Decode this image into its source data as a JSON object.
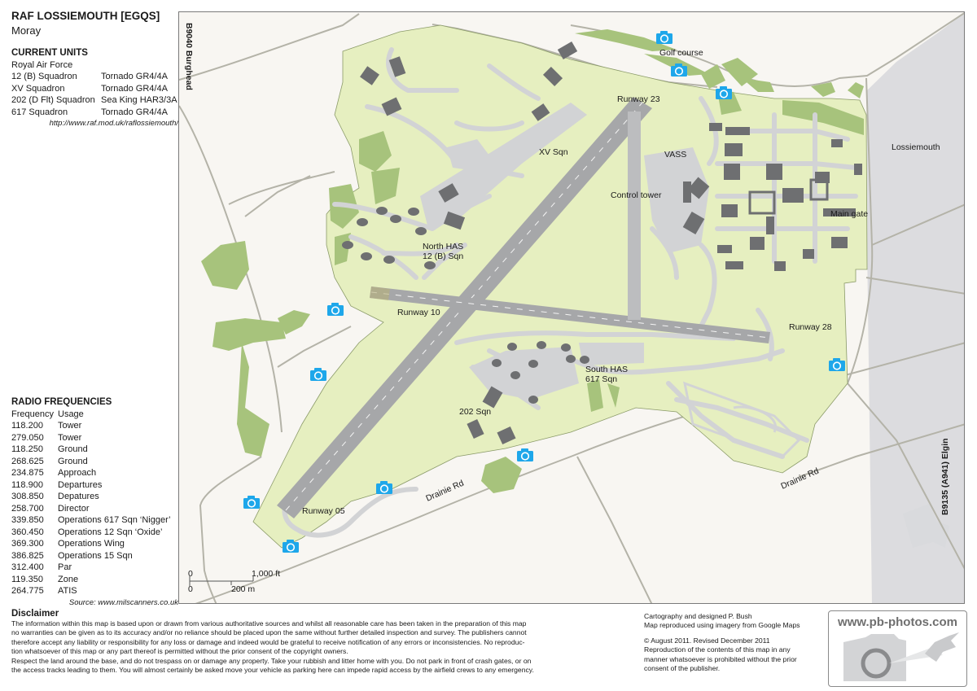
{
  "header": {
    "title": "RAF LOSSIEMOUTH [EGQS]",
    "subtitle": "Moray"
  },
  "units": {
    "heading": "CURRENT UNITS",
    "service": "Royal Air Force",
    "rows": [
      {
        "unit": "12 (B) Squadron",
        "aircraft": "Tornado GR4/4A"
      },
      {
        "unit": "XV Squadron",
        "aircraft": "Tornado GR4/4A"
      },
      {
        "unit": "202 (D Flt) Squadron",
        "aircraft": "Sea King HAR3/3A"
      },
      {
        "unit": "617  Squadron",
        "aircraft": "Tornado GR4/4A"
      }
    ],
    "url": "http://www.raf.mod.uk/raflossiemouth/"
  },
  "radio": {
    "heading": "RADIO FREQUENCIES",
    "col_frequency": "Frequency",
    "col_usage": "Usage",
    "rows": [
      {
        "freq": "118.200",
        "usage": "Tower"
      },
      {
        "freq": "279.050",
        "usage": "Tower"
      },
      {
        "freq": "118.250",
        "usage": "Ground"
      },
      {
        "freq": "268.625",
        "usage": "Ground"
      },
      {
        "freq": "234.875",
        "usage": "Approach"
      },
      {
        "freq": "118.900",
        "usage": "Departures"
      },
      {
        "freq": "308.850",
        "usage": "Depatures"
      },
      {
        "freq": "258.700",
        "usage": "Director"
      },
      {
        "freq": "339.850",
        "usage": "Operations 617 Sqn ‘Nigger’"
      },
      {
        "freq": "360.450",
        "usage": "Operations 12 Sqn ‘Oxide’"
      },
      {
        "freq": "369.300",
        "usage": "Operations Wing"
      },
      {
        "freq": "386.825",
        "usage": "Operations 15 Sqn"
      },
      {
        "freq": "312.400",
        "usage": "Par"
      },
      {
        "freq": "119.350",
        "usage": "Zone"
      },
      {
        "freq": "264.775",
        "usage": "ATIS"
      }
    ],
    "source": "Source: www.milscanners.co.uk"
  },
  "map": {
    "colors": {
      "background": "#f8f6f2",
      "airfield": "#e6efc0",
      "woodland": "#a7c37c",
      "taxiway": "#d2d3d5",
      "runway": "#a6a7a9",
      "building": "#6e6f71",
      "road": "#b4b3a8",
      "town": "#dcdcdf",
      "camera": "#1ea7ea"
    },
    "labels": {
      "road_b9040": "B9040 Burghead",
      "road_b9135": "B9135 (A941) Elgin",
      "golf_course": "Golf course",
      "lossiemouth": "Lossiemouth",
      "runway_23": "Runway 23",
      "xv_sqn": "XV Sqn",
      "vass": "VASS",
      "control_tower": "Control tower",
      "main_gate": "Main gate",
      "north_has_1": "North HAS",
      "north_has_2": "12 (B) Sqn",
      "runway_10": "Runway 10",
      "runway_28": "Runway 28",
      "south_has_1": "South HAS",
      "south_has_2": "617 Sqn",
      "sqn_202": "202 Sqn",
      "drainie_rd_1": "Drainie Rd",
      "drainie_rd_2": "Drainie Rd",
      "runway_05": "Runway 05"
    },
    "scale": {
      "ft_zero": "0",
      "ft_label": "1,000 ft",
      "m_zero": "0",
      "m_label": "200 m"
    }
  },
  "disclaimer": {
    "heading": "Disclaimer",
    "lines": [
      "The information within this map is based upon or drawn from various authoritative sources and whilst all reasonable care has been taken in the preparation of this map",
      "no warranties can be given as to its accuracy and/or no reliance should be placed upon the same without further detailed inspection and survey. The publishers cannot",
      "therefore accept any liability or responsibility for any loss or damage and indeed would be grateful to receive notification of any errors or inconsistencies. No reproduc-",
      "tion whatsoever of this map or any part thereof is permitted without the prior consent of the copyright owners.",
      "Respect the land around the base, and do not trespass on or damage any property. Take your rubbish and litter home with you. Do not park in front of crash gates, or on",
      "the access tracks leading to them. You will almost certainly be asked move your vehicle as parking here can impede rapid access by the airfield crews to any emergency."
    ]
  },
  "credits": {
    "line1": "Cartography and designed P. Bush",
    "line2": "Map reproduced using imagery from Google Maps",
    "line3": "© August 2011. Revised December 2011",
    "line4": "Reproduction of the contents of this map in any",
    "line5": "manner whatsoever is prohibited without the prior",
    "line6": "consent of the publisher."
  },
  "logo": {
    "text": "www.pb-photos.com"
  }
}
